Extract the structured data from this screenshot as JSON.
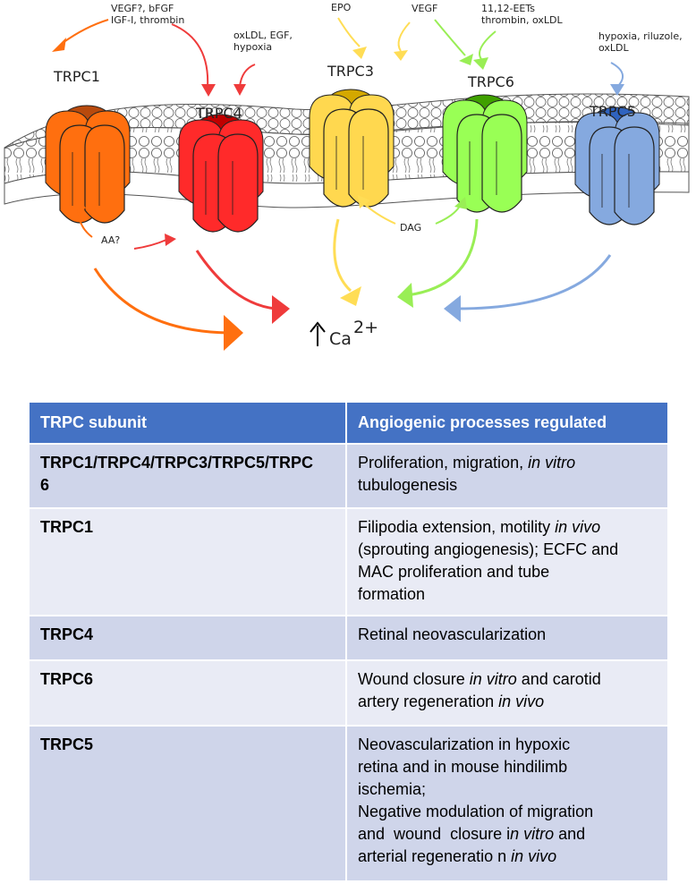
{
  "diagram": {
    "channels": [
      {
        "id": "trpc1",
        "label": "TRPC1",
        "color": "#ff6f0f",
        "dark": "#b84a0d"
      },
      {
        "id": "trpc4",
        "label": "TRPC4",
        "color": "#ff2a2a",
        "dark": "#c00000"
      },
      {
        "id": "trpc3",
        "label": "TRPC3",
        "color": "#ffd84f",
        "dark": "#d4a800"
      },
      {
        "id": "trpc6",
        "label": "TRPC6",
        "color": "#99ff55",
        "dark": "#3fa000"
      },
      {
        "id": "trpc5",
        "label": "TRPC5",
        "color": "#85a9df",
        "dark": "#2f63bf"
      }
    ],
    "stimuli": {
      "trpc1": [
        "VEGF?, bFGF",
        "IGF-I, thrombin"
      ],
      "trpc4": [
        "oxLDL, EGF,",
        "hypoxia"
      ],
      "trpc3_epo": "EPO",
      "vegf": "VEGF",
      "trpc6": [
        "11,12-EETs",
        "thrombin, oxLDL"
      ],
      "trpc5": [
        "hypoxia, riluzole,",
        "oxLDL"
      ],
      "aa": "AA?",
      "dag": "DAG"
    },
    "calcium": {
      "base": "Ca",
      "sup": "2+"
    },
    "arrow_colors": {
      "orange": "#ff6f0f",
      "red": "#ef3b3b",
      "yellow": "#ffdd55",
      "green": "#99ee55",
      "blue": "#85a9df"
    }
  },
  "table": {
    "headers": [
      "TRPC subunit",
      "Angiogenic processes regulated"
    ],
    "rows": [
      {
        "subunit": [
          "TRPC1/TRPC4/TRPC3/TRPC5/TRPC",
          "6"
        ],
        "desc": [
          [
            {
              "t": "Proliferation, migration, "
            },
            {
              "t": "in vitro",
              "i": true
            }
          ],
          [
            {
              "t": "tubulogenesis"
            }
          ]
        ]
      },
      {
        "subunit": [
          "TRPC1"
        ],
        "desc": [
          [
            {
              "t": "Filipodia extension, motility "
            },
            {
              "t": "in vivo",
              "i": true
            }
          ],
          [
            {
              "t": "(sprouting angiogenesis); ECFC and"
            }
          ],
          [
            {
              "t": "MAC proliferation and tube"
            }
          ],
          [
            {
              "t": "formation"
            }
          ]
        ]
      },
      {
        "subunit": [
          "TRPC4"
        ],
        "desc": [
          [
            {
              "t": "Retinal neovascularization"
            }
          ]
        ]
      },
      {
        "subunit": [
          "TRPC6"
        ],
        "desc": [
          [
            {
              "t": "Wound closure "
            },
            {
              "t": "in vitro",
              "i": true
            },
            {
              "t": " and carotid"
            }
          ],
          [
            {
              "t": "artery regeneration "
            },
            {
              "t": "in vivo",
              "i": true
            }
          ]
        ]
      },
      {
        "subunit": [
          "TRPC5"
        ],
        "desc": [
          [
            {
              "t": "Neovascularization in hypoxic"
            }
          ],
          [
            {
              "t": "retina and in mouse hindilimb"
            }
          ],
          [
            {
              "t": "ischemia;"
            }
          ],
          [
            {
              "t": "Negative modulation of migration"
            }
          ],
          [
            {
              "t": "and  wound  closure i"
            },
            {
              "t": "n vitro",
              "i": true
            },
            {
              "t": " and"
            }
          ],
          [
            {
              "t": "arterial regeneratio n "
            },
            {
              "t": "in vivo",
              "i": true
            }
          ]
        ]
      }
    ]
  }
}
